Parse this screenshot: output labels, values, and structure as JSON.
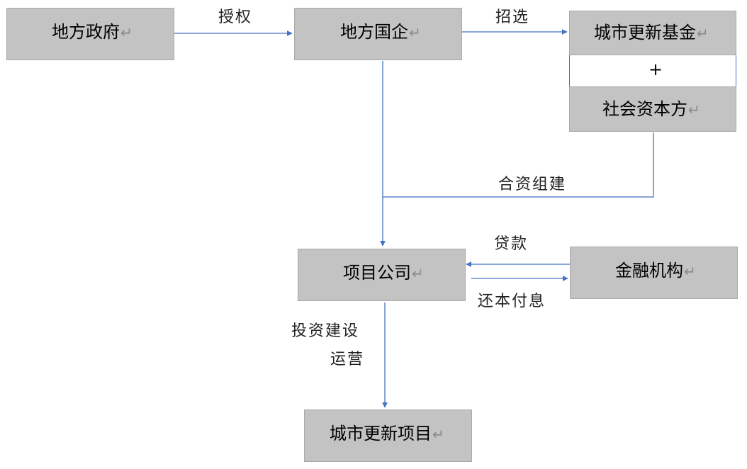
{
  "nodes": {
    "local_government": {
      "label": "地方政府",
      "mark": "↵"
    },
    "local_soe": {
      "label": "地方国企",
      "mark": "↵"
    },
    "urban_renewal_fund": {
      "label": "城市更新基金",
      "mark": "↵"
    },
    "social_capital": {
      "label": "社会资本方",
      "mark": "↵"
    },
    "project_company": {
      "label": "项目公司",
      "mark": "↵"
    },
    "financial_institution": {
      "label": "金融机构",
      "mark": "↵"
    },
    "urban_renewal_project": {
      "label": "城市更新项目",
      "mark": "↵"
    }
  },
  "plus_sign": "+",
  "edges": {
    "authorize": "授权",
    "select": "招选",
    "joint_venture": "合资组建",
    "loan": "贷款",
    "repay": "还本付息",
    "invest_build_line1": "投资建设",
    "invest_build_line2": "运营"
  },
  "colors": {
    "box_fill": "#c3c3c3",
    "box_border": "#a9a9a9",
    "connector": "#4472c4",
    "return_mark": "#8a8a8a"
  }
}
